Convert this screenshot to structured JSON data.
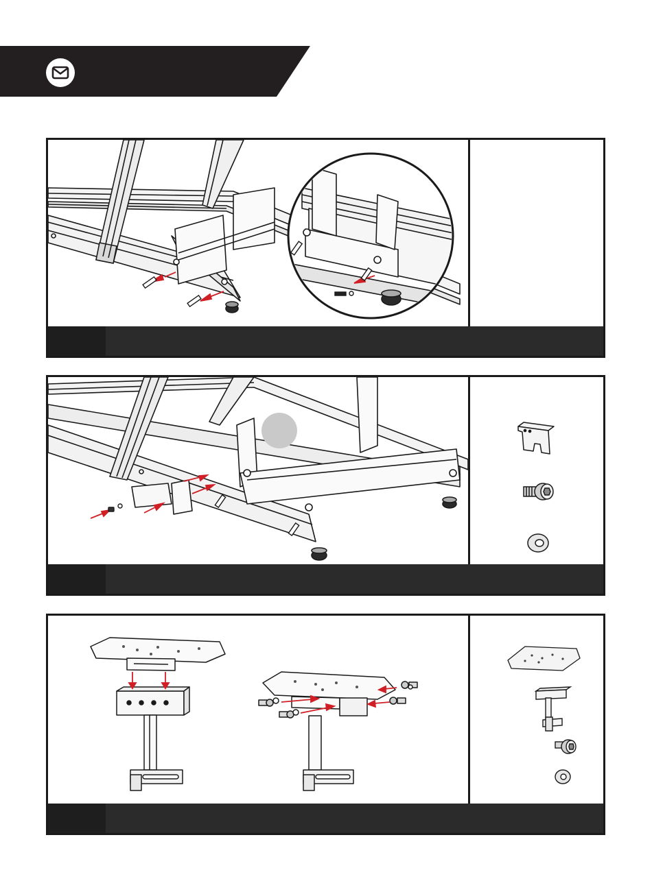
{
  "header": {
    "title": "",
    "icon": "mail-icon",
    "colors": {
      "band": "#231f20",
      "icon_bg": "#ffffff"
    }
  },
  "steps": [
    {
      "number": "",
      "caption": "",
      "parts": []
    },
    {
      "number": "",
      "caption": "",
      "parts": [
        "bracket-part",
        "cap-screw-part",
        "washer-part"
      ]
    },
    {
      "number": "",
      "caption": "",
      "parts": [
        "plate-part",
        "mount-part",
        "cap-screw-part",
        "washer-part"
      ]
    }
  ],
  "colors": {
    "arrow": "#d11f26",
    "line": "#1a1a1a",
    "footer": "#2b2b2b"
  }
}
